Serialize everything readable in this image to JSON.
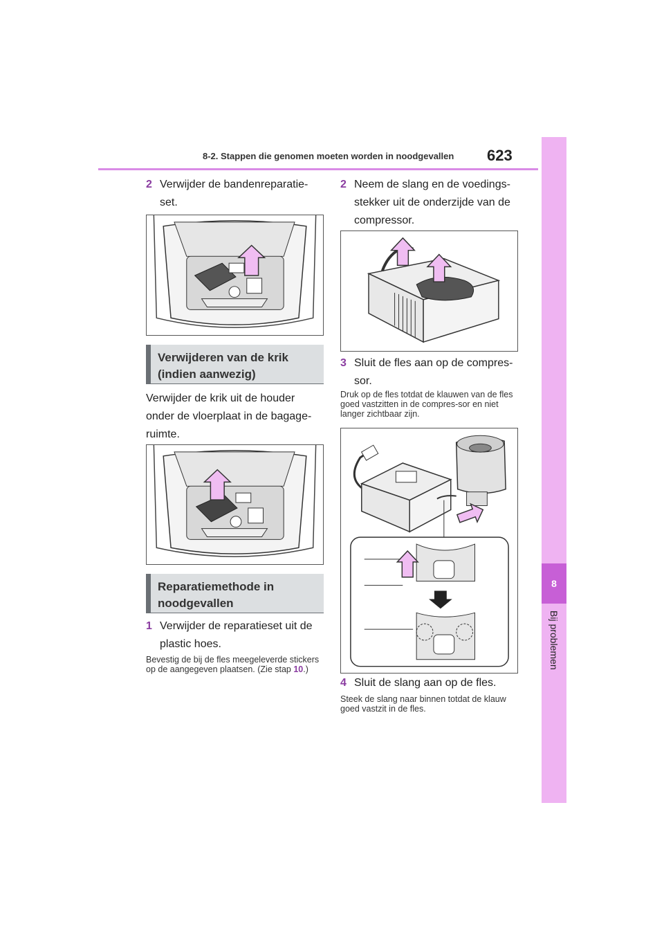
{
  "header": {
    "title": "8-2. Stappen die genomen moeten worden in noodgevallen",
    "page_number": "623"
  },
  "side_tab": {
    "chapter_number": "8",
    "chapter_title": "Bij problemen"
  },
  "left_column": {
    "step2": {
      "num": "2",
      "text": "Verwijder de bandenreparatie-set."
    },
    "section1": {
      "heading": "Verwijderen van de krik (indien aanwezig)"
    },
    "para1": "Verwijder de krik uit de houder onder de vloerplaat in de bagage-ruimte.",
    "section2": {
      "heading": "Reparatiemethode in noodgevallen"
    },
    "step1": {
      "num": "1",
      "text": "Verwijder de reparatieset uit de plastic hoes."
    },
    "note1": {
      "before": "Bevestig de bij de fles meegeleverde stickers op de aangegeven plaatsen. (Zie stap ",
      "ref": "10",
      "after": ".)"
    }
  },
  "right_column": {
    "step2": {
      "num": "2",
      "text": "Neem de slang en de voedings-stekker uit de onderzijde van de compressor."
    },
    "step3": {
      "num": "3",
      "text": "Sluit de fles aan op de compres-sor."
    },
    "note3": "Druk op de fles totdat de klauwen van de fles goed vastzitten in de compres-sor en niet langer zichtbaar zijn.",
    "step4": {
      "num": "4",
      "text": "Sluit de slang aan op de fles."
    },
    "note4": "Steek de slang naar binnen totdat de klauw goed vastzit in de fles."
  },
  "colors": {
    "accent": "#c75fd6",
    "accent_light": "#efb3f2",
    "rule": "#d98be6",
    "section_bg": "#dcdfe1",
    "arrow_fill": "#f0bdf2"
  }
}
